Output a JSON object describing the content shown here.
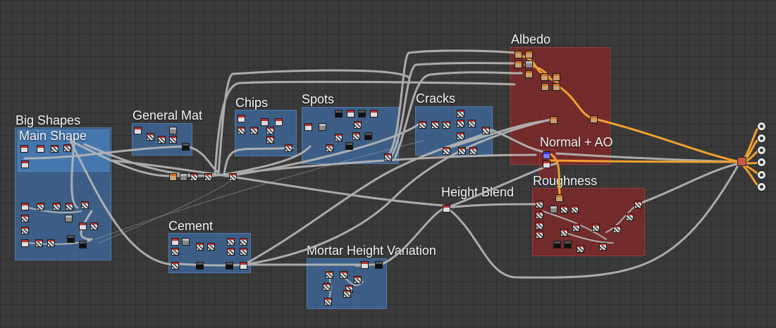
{
  "frames": {
    "big_shapes": "Big Shapes",
    "main_shape": "Main Shape",
    "general_mat": "General Mat",
    "chips": "Chips",
    "spots": "Spots",
    "cracks": "Cracks",
    "albedo": "Albedo",
    "normal_ao": "Normal + AO",
    "roughness": "Roughness",
    "height_blend": "Height Blend",
    "cement": "Cement",
    "mortar": "Mortar Height Variation"
  },
  "colors": {
    "canvas": "#3a3a3a",
    "frame_blue": "#3e6ea5",
    "frame_red": "#822828",
    "wire": "#b8b8b8",
    "wire_highlight": "#f0a030"
  },
  "output_icon": "output-port-icon"
}
